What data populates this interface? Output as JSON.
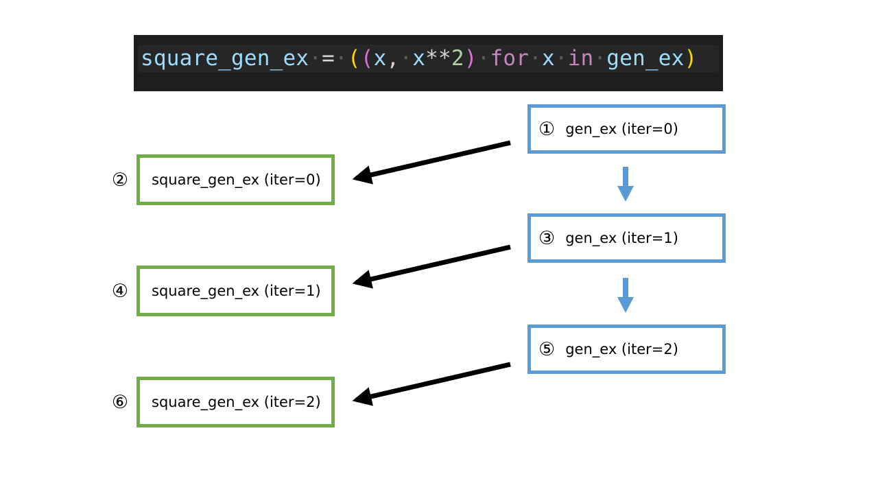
{
  "code": {
    "tokens": [
      {
        "t": "square_gen_ex",
        "c": "var"
      },
      {
        "t": "·",
        "c": "dot"
      },
      {
        "t": "=",
        "c": "op"
      },
      {
        "t": "·",
        "c": "dot"
      },
      {
        "t": "(",
        "c": "paren1"
      },
      {
        "t": "(",
        "c": "paren2"
      },
      {
        "t": "x",
        "c": "var"
      },
      {
        "t": ",",
        "c": "op"
      },
      {
        "t": "·",
        "c": "dot"
      },
      {
        "t": "x",
        "c": "var"
      },
      {
        "t": "**",
        "c": "op"
      },
      {
        "t": "2",
        "c": "num"
      },
      {
        "t": ")",
        "c": "paren2"
      },
      {
        "t": "·",
        "c": "dot"
      },
      {
        "t": "for",
        "c": "kw"
      },
      {
        "t": "·",
        "c": "dot"
      },
      {
        "t": "x",
        "c": "var"
      },
      {
        "t": "·",
        "c": "dot"
      },
      {
        "t": "in",
        "c": "kw"
      },
      {
        "t": "·",
        "c": "dot"
      },
      {
        "t": "gen_ex",
        "c": "var"
      },
      {
        "t": ")",
        "c": "paren1"
      }
    ]
  },
  "colors": {
    "source_border": "#5b9bd5",
    "result_border": "#70ad47",
    "down_arrow": "#5b9bd5",
    "cross_arrow": "#000000",
    "code_background": "#1e1e1e"
  },
  "source_nodes": [
    {
      "num": "①",
      "label": "gen_ex (iter=0)"
    },
    {
      "num": "③",
      "label": "gen_ex (iter=1)"
    },
    {
      "num": "⑤",
      "label": "gen_ex (iter=2)"
    }
  ],
  "result_nodes": [
    {
      "num": "②",
      "label": "square_gen_ex (iter=0)"
    },
    {
      "num": "④",
      "label": "square_gen_ex (iter=1)"
    },
    {
      "num": "⑥",
      "label": "square_gen_ex (iter=2)"
    }
  ]
}
